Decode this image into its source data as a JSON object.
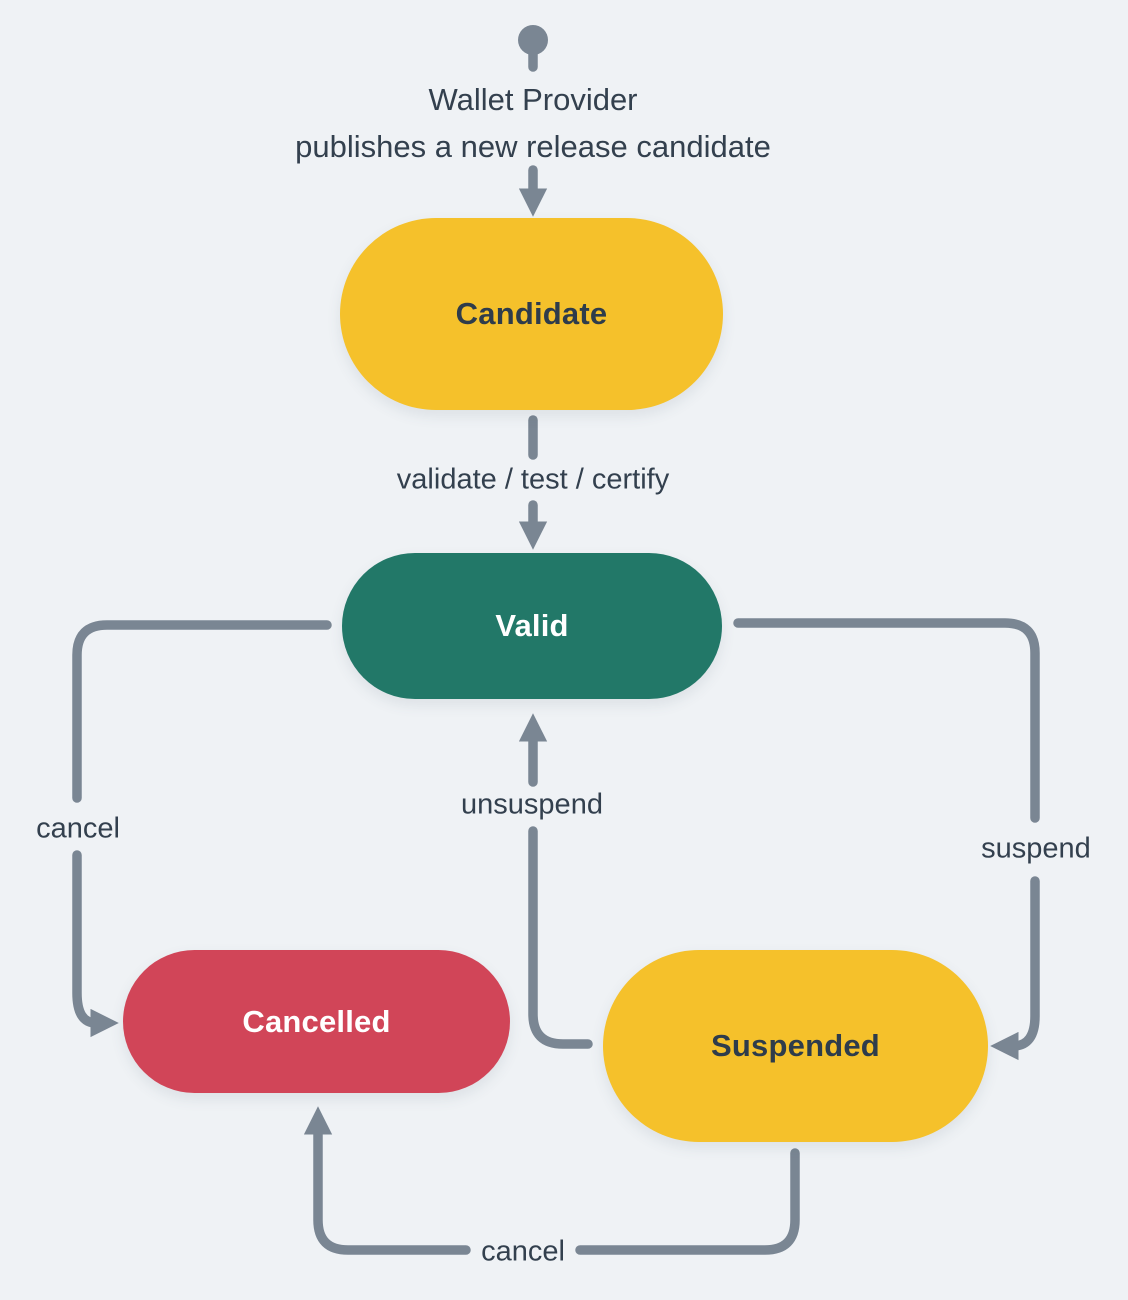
{
  "diagram": {
    "intro": {
      "line1": "Wallet Provider",
      "line2": "publishes a new release candidate"
    },
    "nodes": {
      "candidate": {
        "label": "Candidate",
        "fill": "#F5C12B",
        "text_color": "#2E3C4B"
      },
      "valid": {
        "label": "Valid",
        "fill": "#227868",
        "text_color": "#FFFFFF"
      },
      "cancelled": {
        "label": "Cancelled",
        "fill": "#D14558",
        "text_color": "#FFFFFF"
      },
      "suspended": {
        "label": "Suspended",
        "fill": "#F5C12B",
        "text_color": "#2E3C4B"
      }
    },
    "edges": {
      "validate": {
        "label": "validate / test / certify"
      },
      "cancel_from_valid": {
        "label": "cancel"
      },
      "suspend": {
        "label": "suspend"
      },
      "unsuspend": {
        "label": "unsuspend"
      },
      "cancel_from_suspended": {
        "label": "cancel"
      }
    },
    "colors": {
      "background": "#EFF2F5",
      "line": "#7A8693",
      "text": "#33404E",
      "yellow": "#F5C12B",
      "green": "#227868",
      "red": "#D14558"
    }
  }
}
